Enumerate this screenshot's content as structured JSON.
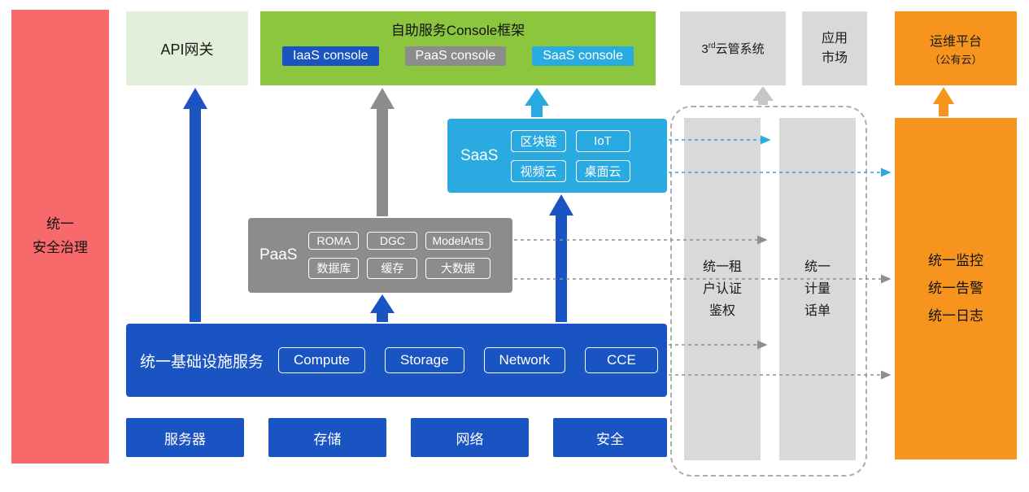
{
  "colors": {
    "coral": "#F8696B",
    "light_green": "#E2EFD9",
    "green": "#8CC63E",
    "blue": "#1A53C2",
    "cyan": "#29ABE2",
    "gray": "#8C8C8C",
    "light_gray": "#D9D9D9",
    "orange": "#F7941E"
  },
  "security_bar": {
    "label": "统一\n安全治理"
  },
  "api_gateway": {
    "label": "API网关"
  },
  "console_frame": {
    "title": "自助服务Console框架",
    "badges": [
      "IaaS console",
      "PaaS console",
      "SaaS console"
    ]
  },
  "third_cloud": {
    "prefix": "3",
    "sup": "rd",
    "suffix": "云管系统"
  },
  "app_market": {
    "label": "应用\n市场"
  },
  "om_platform": {
    "line1": "运维平台",
    "line2": "（公有云）"
  },
  "saas": {
    "label": "SaaS",
    "badges": [
      "区块链",
      "IoT",
      "视频云",
      "桌面云"
    ]
  },
  "paas": {
    "label": "PaaS",
    "badges": [
      "ROMA",
      "DGC",
      "ModelArts",
      "数据库",
      "缓存",
      "大数据"
    ]
  },
  "infra": {
    "label": "统一基础设施服务",
    "badges": [
      "Compute",
      "Storage",
      "Network",
      "CCE"
    ]
  },
  "resources": [
    "服务器",
    "存储",
    "网络",
    "安全"
  ],
  "auth_bar": {
    "label": "统一租\n户认证\n鉴权"
  },
  "metering_bar": {
    "label": "统一\n计量\n话单"
  },
  "monitor_bar": {
    "label": "统一监控\n统一告警\n统一日志"
  }
}
